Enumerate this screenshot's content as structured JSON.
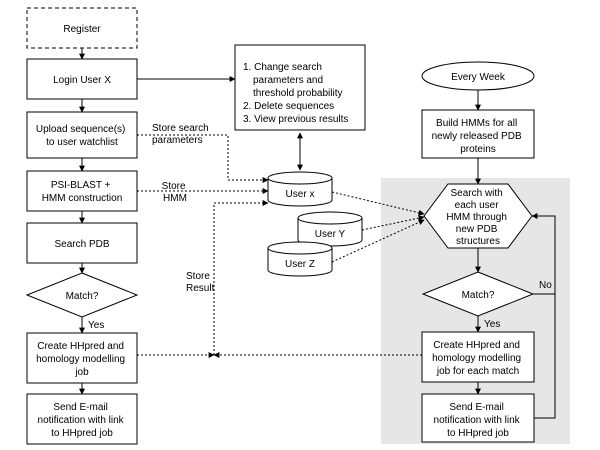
{
  "left_flow": {
    "register": "Register",
    "login": "Login User X",
    "upload": [
      "Upload sequence(s)",
      "to user watchlist"
    ],
    "psiblast": [
      "PSI-BLAST +",
      "HMM construction"
    ],
    "search_pdb": "Search PDB",
    "match": "Match?",
    "yes": "Yes",
    "create_job": [
      "Create HHpred and",
      "homology modelling",
      "job"
    ],
    "email": [
      "Send E-mail",
      "notification with link",
      "to HHpred job"
    ]
  },
  "options": {
    "items": [
      "1. Change search",
      "parameters and",
      "threshold probability",
      "2. Delete sequences",
      "3. View previous results"
    ]
  },
  "databases": {
    "user_x": "User x",
    "user_y": "User Y",
    "user_z": "User Z"
  },
  "edge_labels": {
    "store_params": [
      "Store search",
      "parameters"
    ],
    "store_hmm": [
      "Store",
      "HMM"
    ],
    "store_result": [
      "Store",
      "Result"
    ]
  },
  "right_flow": {
    "every_week": "Every Week",
    "build_hmms": [
      "Build HMMs for all",
      "newly released PDB",
      "proteins"
    ],
    "search_hmm": [
      "Search with",
      "each user",
      "HMM through",
      "new PDB",
      "structures"
    ],
    "match": "Match?",
    "no": "No",
    "yes": "Yes",
    "create_job": [
      "Create HHpred and",
      "homology modelling",
      "job for each match"
    ],
    "email": [
      "Send E-mail",
      "notification with link",
      "to HHpred job"
    ]
  },
  "colors": {
    "panel_bg": "#e6e6e6",
    "stroke": "#000000",
    "box_fill": "#ffffff"
  }
}
